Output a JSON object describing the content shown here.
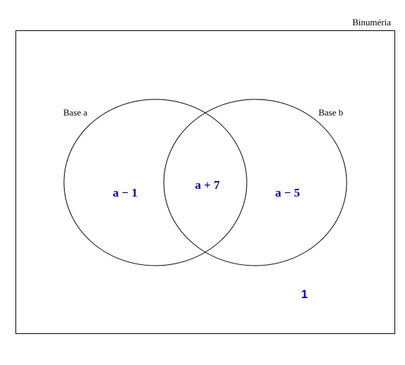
{
  "universe": {
    "label": "Binuméria"
  },
  "sets": [
    {
      "id": "a",
      "label": "Base a"
    },
    {
      "id": "b",
      "label": "Base b"
    }
  ],
  "regions": {
    "only_a": "a − 1",
    "both": "a + 7",
    "only_b": "a − 5",
    "outside": "1"
  },
  "colors": {
    "stroke": "#000000",
    "region_text": "#0000cc"
  }
}
